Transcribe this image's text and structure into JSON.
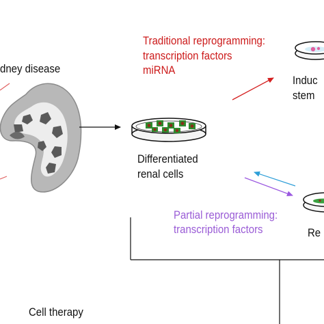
{
  "labels": {
    "kidney_disease": "dney disease",
    "traditional_line1": "Traditional reprogramming:",
    "traditional_line2": "transcription factors",
    "traditional_line3": "miRNA",
    "induced_line1": "Induc",
    "induced_line2": "stem",
    "differentiated_line1": "Differentiated",
    "differentiated_line2": "renal cells",
    "partial_line1": "Partial reprogramming:",
    "partial_line2": "transcription factors",
    "renal_partial": "Re",
    "cell_therapy": "Cell therapy"
  },
  "colors": {
    "text": "#111111",
    "traditional": "#cc1a1a",
    "partial": "#9a5cd6",
    "arrow_red": "#d42020",
    "arrow_blue": "#2f9fd8",
    "arrow_purple": "#9b59e0",
    "cell_green": "#2e8a2e",
    "cell_brown": "#8a2e1a",
    "kidney_cortex": "#b8b8b8",
    "kidney_medulla": "#5a5a5a",
    "stem_cell_pink": "#e060a0"
  },
  "icons": {
    "kidney": "kidney-icon",
    "dish": "petri-dish-icon"
  }
}
